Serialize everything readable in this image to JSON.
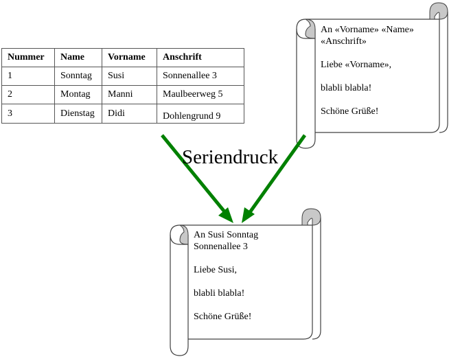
{
  "table": {
    "headers": [
      "Nummer",
      "Name",
      "Vorname",
      "Anschrift"
    ],
    "rows": [
      [
        "1",
        "Sonntag",
        "Susi",
        "Sonnenallee 3"
      ],
      [
        "2",
        "Montag",
        "Manni",
        "Maulbeerweg 5"
      ],
      [
        "3",
        "Dienstag",
        "Didi",
        "Dohlengrund 9"
      ]
    ]
  },
  "template_letter": {
    "line1": "An «Vorname» «Name»",
    "line2": "«Anschrift»",
    "greeting": "Liebe «Vorname»,",
    "body": "blabli blabla!",
    "closing": "Schöne Grüße!"
  },
  "result_letter": {
    "line1": "An Susi Sonntag",
    "line2": "Sonnenallee 3",
    "greeting": "Liebe Susi,",
    "body": "blabli blabla!",
    "closing": "Schöne Grüße!"
  },
  "process_label": "Seriendruck",
  "colors": {
    "arrow": "#008000",
    "curl_fill": "#c8c8c8",
    "outline": "#404040"
  }
}
